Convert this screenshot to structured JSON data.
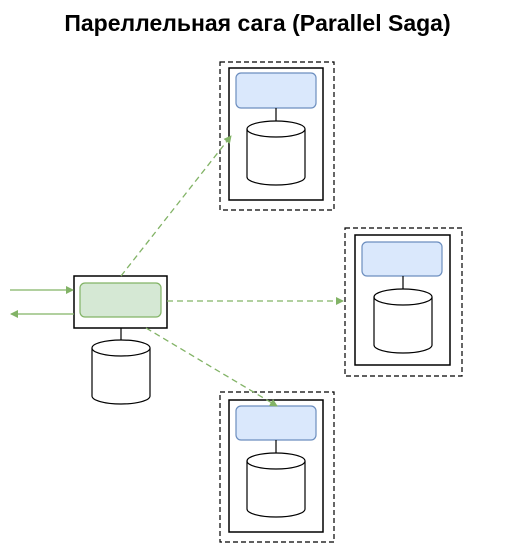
{
  "title": "Пареллельная сага (Parallel Saga)",
  "colors": {
    "service_fill": "#dae8fc",
    "service_stroke": "#6c8ebf",
    "orchestrator_fill": "#d5e8d4",
    "orchestrator_stroke": "#82b366",
    "arrow": "#82b366",
    "border": "#000000",
    "background": "#ffffff"
  },
  "diagram": {
    "orchestrator": {
      "label": "",
      "has_database": true,
      "inbound_arrows": 1,
      "outbound_arrows": 1
    },
    "participants": [
      {
        "label": "",
        "has_database": true
      },
      {
        "label": "",
        "has_database": true
      },
      {
        "label": "",
        "has_database": true
      }
    ],
    "connections": [
      {
        "from": "orchestrator",
        "to": "participant-1",
        "style": "dashed"
      },
      {
        "from": "orchestrator",
        "to": "participant-2",
        "style": "dashed"
      },
      {
        "from": "orchestrator",
        "to": "participant-3",
        "style": "dashed"
      }
    ]
  }
}
